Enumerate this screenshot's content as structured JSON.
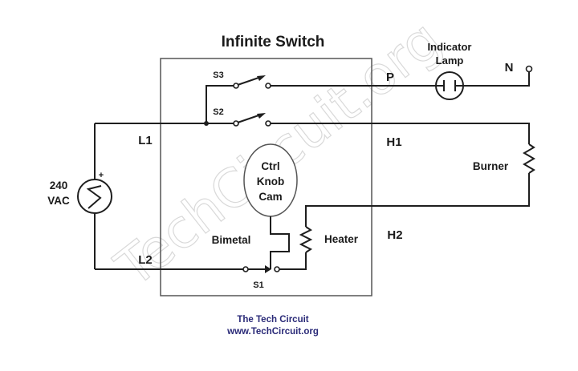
{
  "title": "Infinite Switch",
  "source": {
    "voltage_line1": "240",
    "voltage_line2": "VAC",
    "polarity": "+"
  },
  "lines": {
    "l1": "L1",
    "l2": "L2",
    "h1": "H1",
    "h2": "H2",
    "p": "P",
    "n": "N"
  },
  "switches": {
    "s1": "S1",
    "s2": "S2",
    "s3": "S3"
  },
  "components": {
    "indicator_line1": "Indicator",
    "indicator_line2": "Lamp",
    "burner": "Burner",
    "heater": "Heater",
    "bimetal": "Bimetal",
    "cam_line1": "Ctrl",
    "cam_line2": "Knob",
    "cam_line3": "Cam"
  },
  "watermark": "TechCircuit.org",
  "credit": {
    "line1": "The Tech Circuit",
    "line2": "www.TechCircuit.org"
  }
}
